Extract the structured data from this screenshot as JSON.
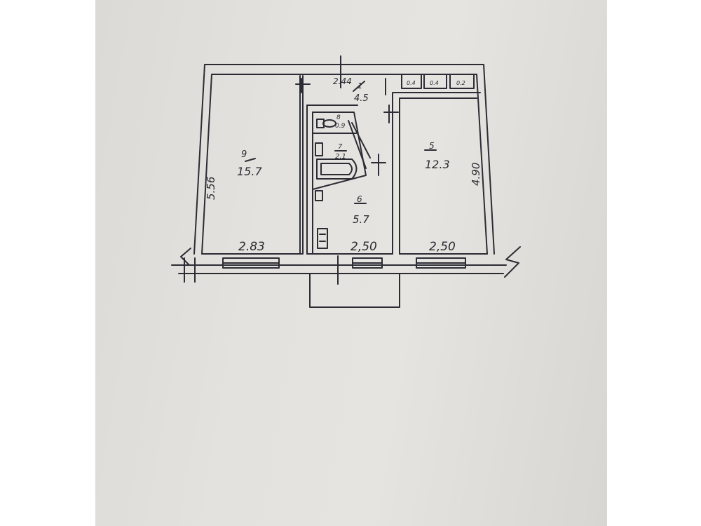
{
  "plan": {
    "rooms": [
      {
        "id": "room-9",
        "number": "9",
        "area": "15.7"
      },
      {
        "id": "room-5",
        "number": "5",
        "area": "12.3"
      },
      {
        "id": "room-6",
        "number": "6",
        "area": "5.7"
      },
      {
        "id": "room-7",
        "number": "7",
        "area": "2.1"
      },
      {
        "id": "room-8",
        "number": "8",
        "area": "0.9"
      },
      {
        "id": "room-1",
        "number": "1",
        "area": "4.5"
      }
    ],
    "closets": [
      "0.4",
      "0.4",
      "0.2"
    ],
    "dimensions": {
      "room9_width": "2.83",
      "room9_depth": "5.56",
      "room6_width": "2,50",
      "room5_width": "2,50",
      "room5_depth": "4.90",
      "corridor_width": "2.44"
    }
  }
}
